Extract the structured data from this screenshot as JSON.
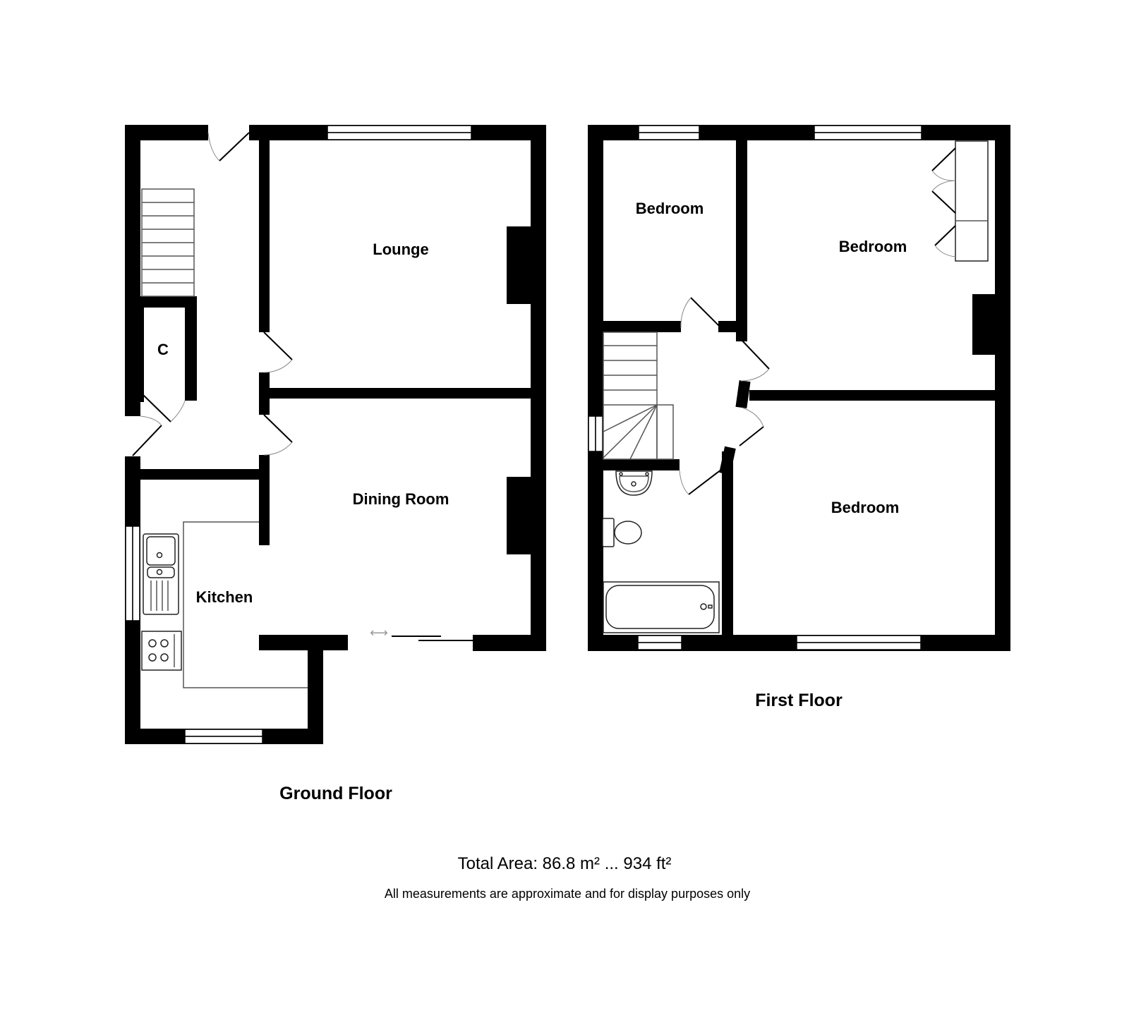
{
  "ground_floor": {
    "title": "Ground Floor",
    "rooms": {
      "lounge": "Lounge",
      "dining_room": "Dining Room",
      "kitchen": "Kitchen",
      "cupboard": "C"
    }
  },
  "first_floor": {
    "title": "First Floor",
    "rooms": {
      "bedroom_small": "Bedroom",
      "bedroom_front": "Bedroom",
      "bedroom_rear": "Bedroom"
    }
  },
  "footer": {
    "total_area": "Total Area: 86.8 m² ... 934 ft²",
    "disclaimer": "All measurements are approximate and for display purposes only"
  },
  "colors": {
    "wall": "#000000",
    "background": "#ffffff"
  }
}
